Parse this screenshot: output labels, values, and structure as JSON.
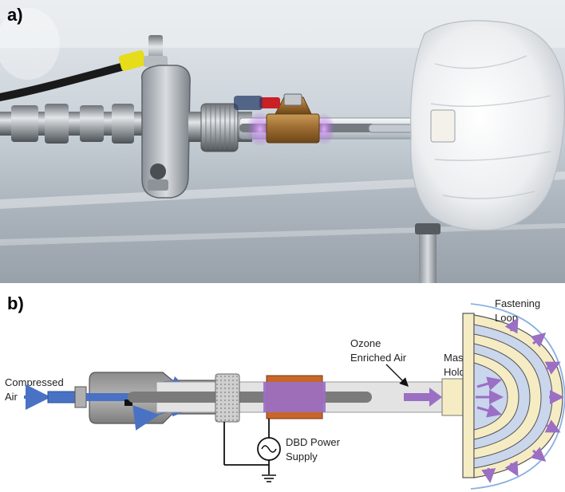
{
  "panel_a": {
    "label": "a)"
  },
  "panel_b": {
    "label": "b)",
    "labels": {
      "compressed_air_1": "Compressed",
      "compressed_air_2": "Air",
      "ozone_1": "Ozone",
      "ozone_2": "Enriched Air",
      "mask_holder_1": "Mask",
      "mask_holder_2": "Holder",
      "fastening_1": "Fastening",
      "fastening_2": "Loop",
      "dbd_1": "DBD Power",
      "dbd_2": "Supply"
    }
  },
  "colors": {
    "flow_arrow_blue": "#4a72c4",
    "plasma_purple": "#9b6fc4",
    "electrode_copper": "#c8662a",
    "mask_layer_cream": "#f5ecc4",
    "mask_layer_blue": "#c9d6ec"
  }
}
